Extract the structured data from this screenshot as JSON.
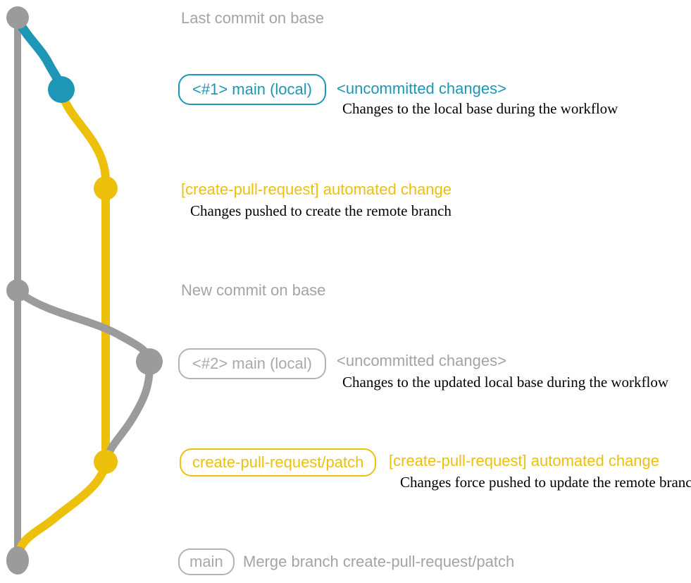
{
  "diagram_type": "git-branch-workflow",
  "colors": {
    "base_branch_gray": "#9b9b9b",
    "local_main_blue": "#1e96b5",
    "patch_branch_yellow": "#edc00c",
    "label_gray": "#a4a4a4",
    "description_black": "#000000"
  },
  "rows": {
    "last_commit": {
      "label": "Last commit on base"
    },
    "commit1": {
      "badge": "<#1> main (local)",
      "heading": "<uncommitted changes>",
      "desc": "Changes to the local base during the workflow"
    },
    "auto_change1": {
      "heading": "[create-pull-request] automated change",
      "desc": "Changes pushed to create the remote branch"
    },
    "new_commit": {
      "label": "New commit on base"
    },
    "commit2": {
      "badge": "<#2> main (local)",
      "heading": "<uncommitted changes>",
      "desc": "Changes to the updated local base during the workflow"
    },
    "auto_change2": {
      "badge": "create-pull-request/patch",
      "heading": "[create-pull-request] automated change",
      "desc": "Changes force pushed to update the remote branch"
    },
    "merge": {
      "badge": "main",
      "label": "Merge branch create-pull-request/patch"
    }
  },
  "graph": {
    "branches": [
      {
        "name": "base",
        "color": "#9b9b9b"
      },
      {
        "name": "main-local",
        "color": "#1e96b5"
      },
      {
        "name": "create-pull-request/patch",
        "color": "#edc00c"
      }
    ],
    "commit_count": 7
  }
}
